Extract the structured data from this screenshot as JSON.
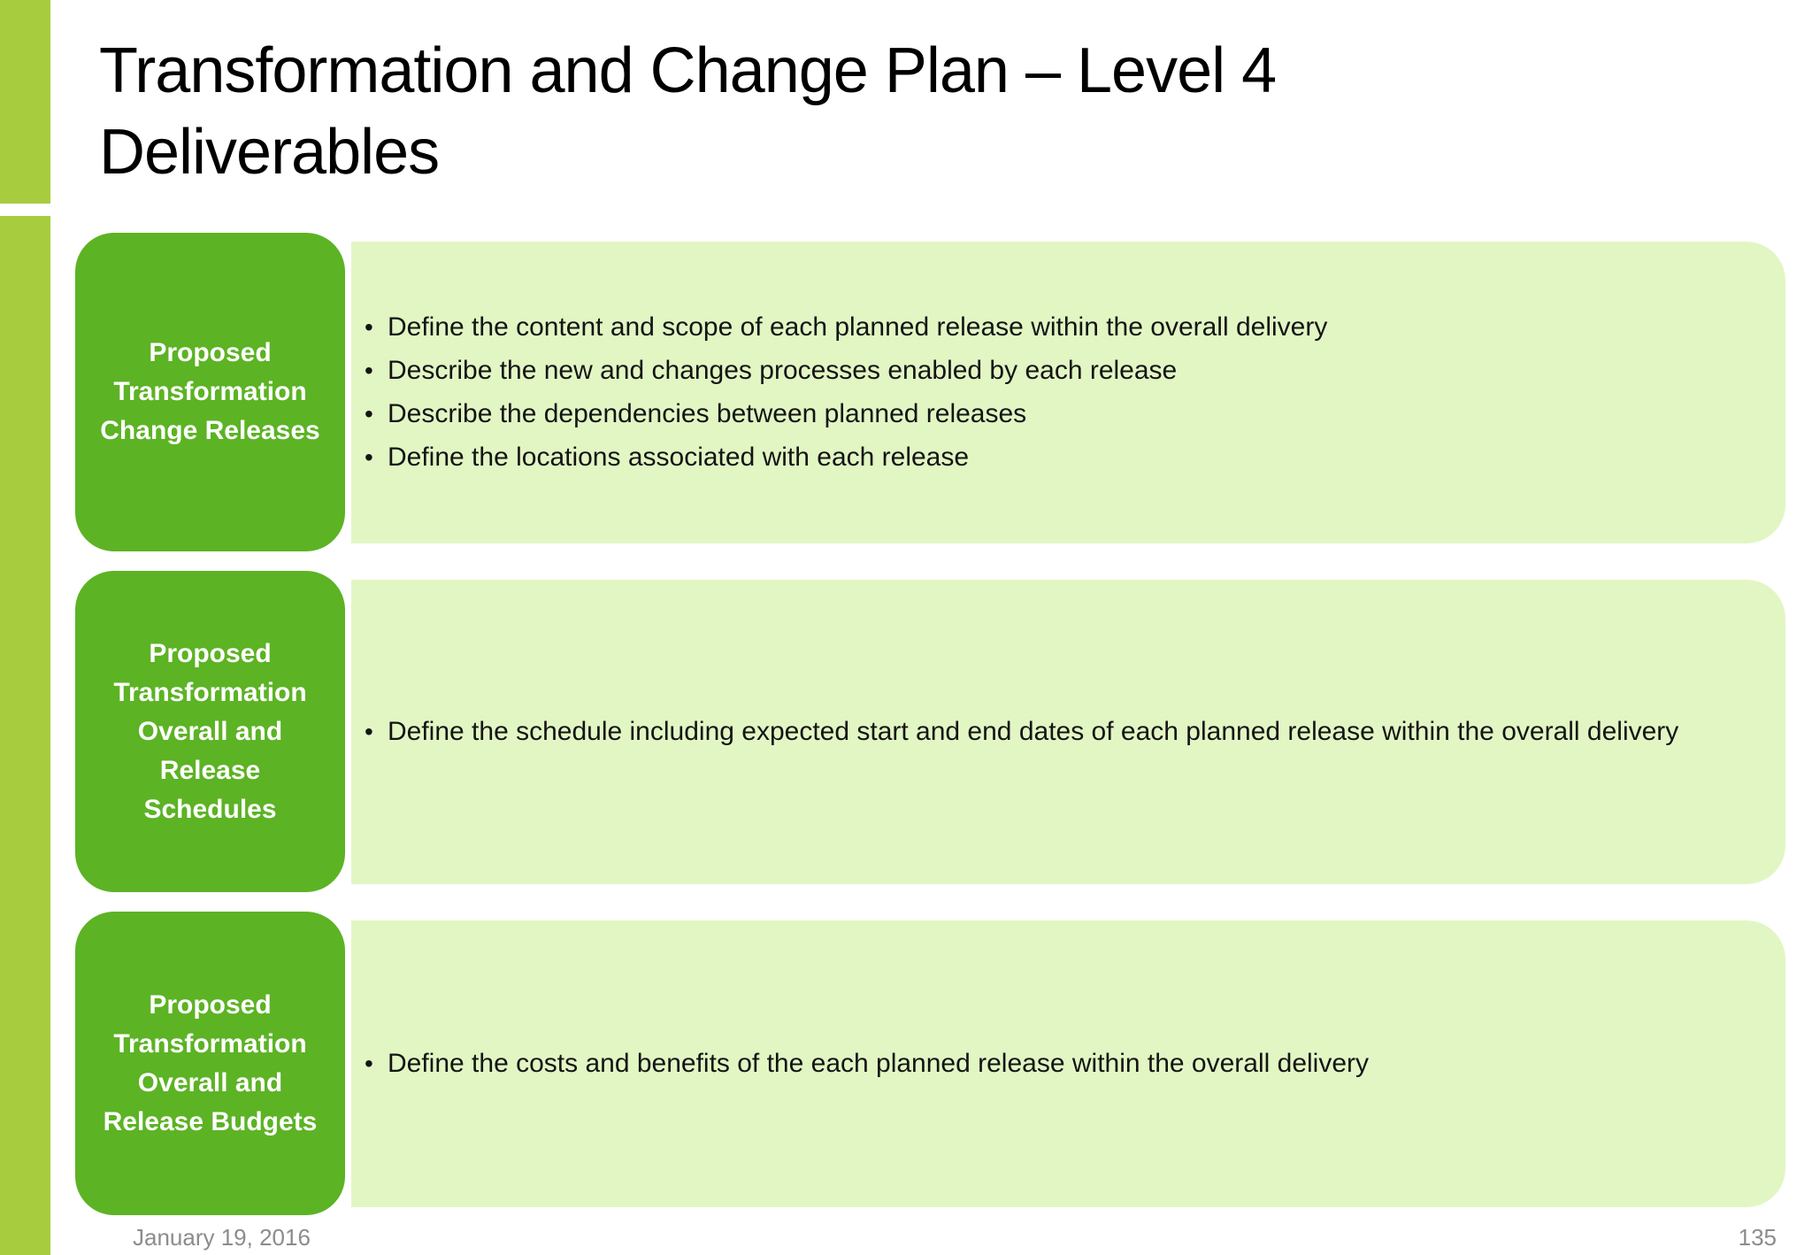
{
  "slide": {
    "title_lines": [
      "Transformation and Change Plan – Level 4",
      "Deliverables"
    ],
    "bullet_char": "•",
    "rows": [
      {
        "label": "Proposed Transformation Change Releases",
        "bullets": [
          "Define the content and scope of each planned release within the overall delivery",
          "Describe the new and changes processes enabled by each release",
          "Describe the dependencies between planned releases",
          "Define the locations associated with each release"
        ]
      },
      {
        "label": "Proposed Transformation Overall and Release Schedules",
        "bullets": [
          "Define the schedule including expected start and end dates of each planned release within the overall delivery"
        ]
      },
      {
        "label": "Proposed Transformation Overall and Release Budgets",
        "bullets": [
          "Define the costs and benefits of the each planned release within the overall delivery"
        ]
      }
    ],
    "footer": {
      "date": "January 19, 2016",
      "page_number": "135"
    },
    "colors": {
      "accent_bar": "#A7CD3E",
      "box_green": "#5CB324",
      "panel_green": "#E2F6C4",
      "title_text": "#000000",
      "body_text": "#141414",
      "label_text": "#FFFFFF",
      "footer_text": "#8C8C8C"
    }
  }
}
